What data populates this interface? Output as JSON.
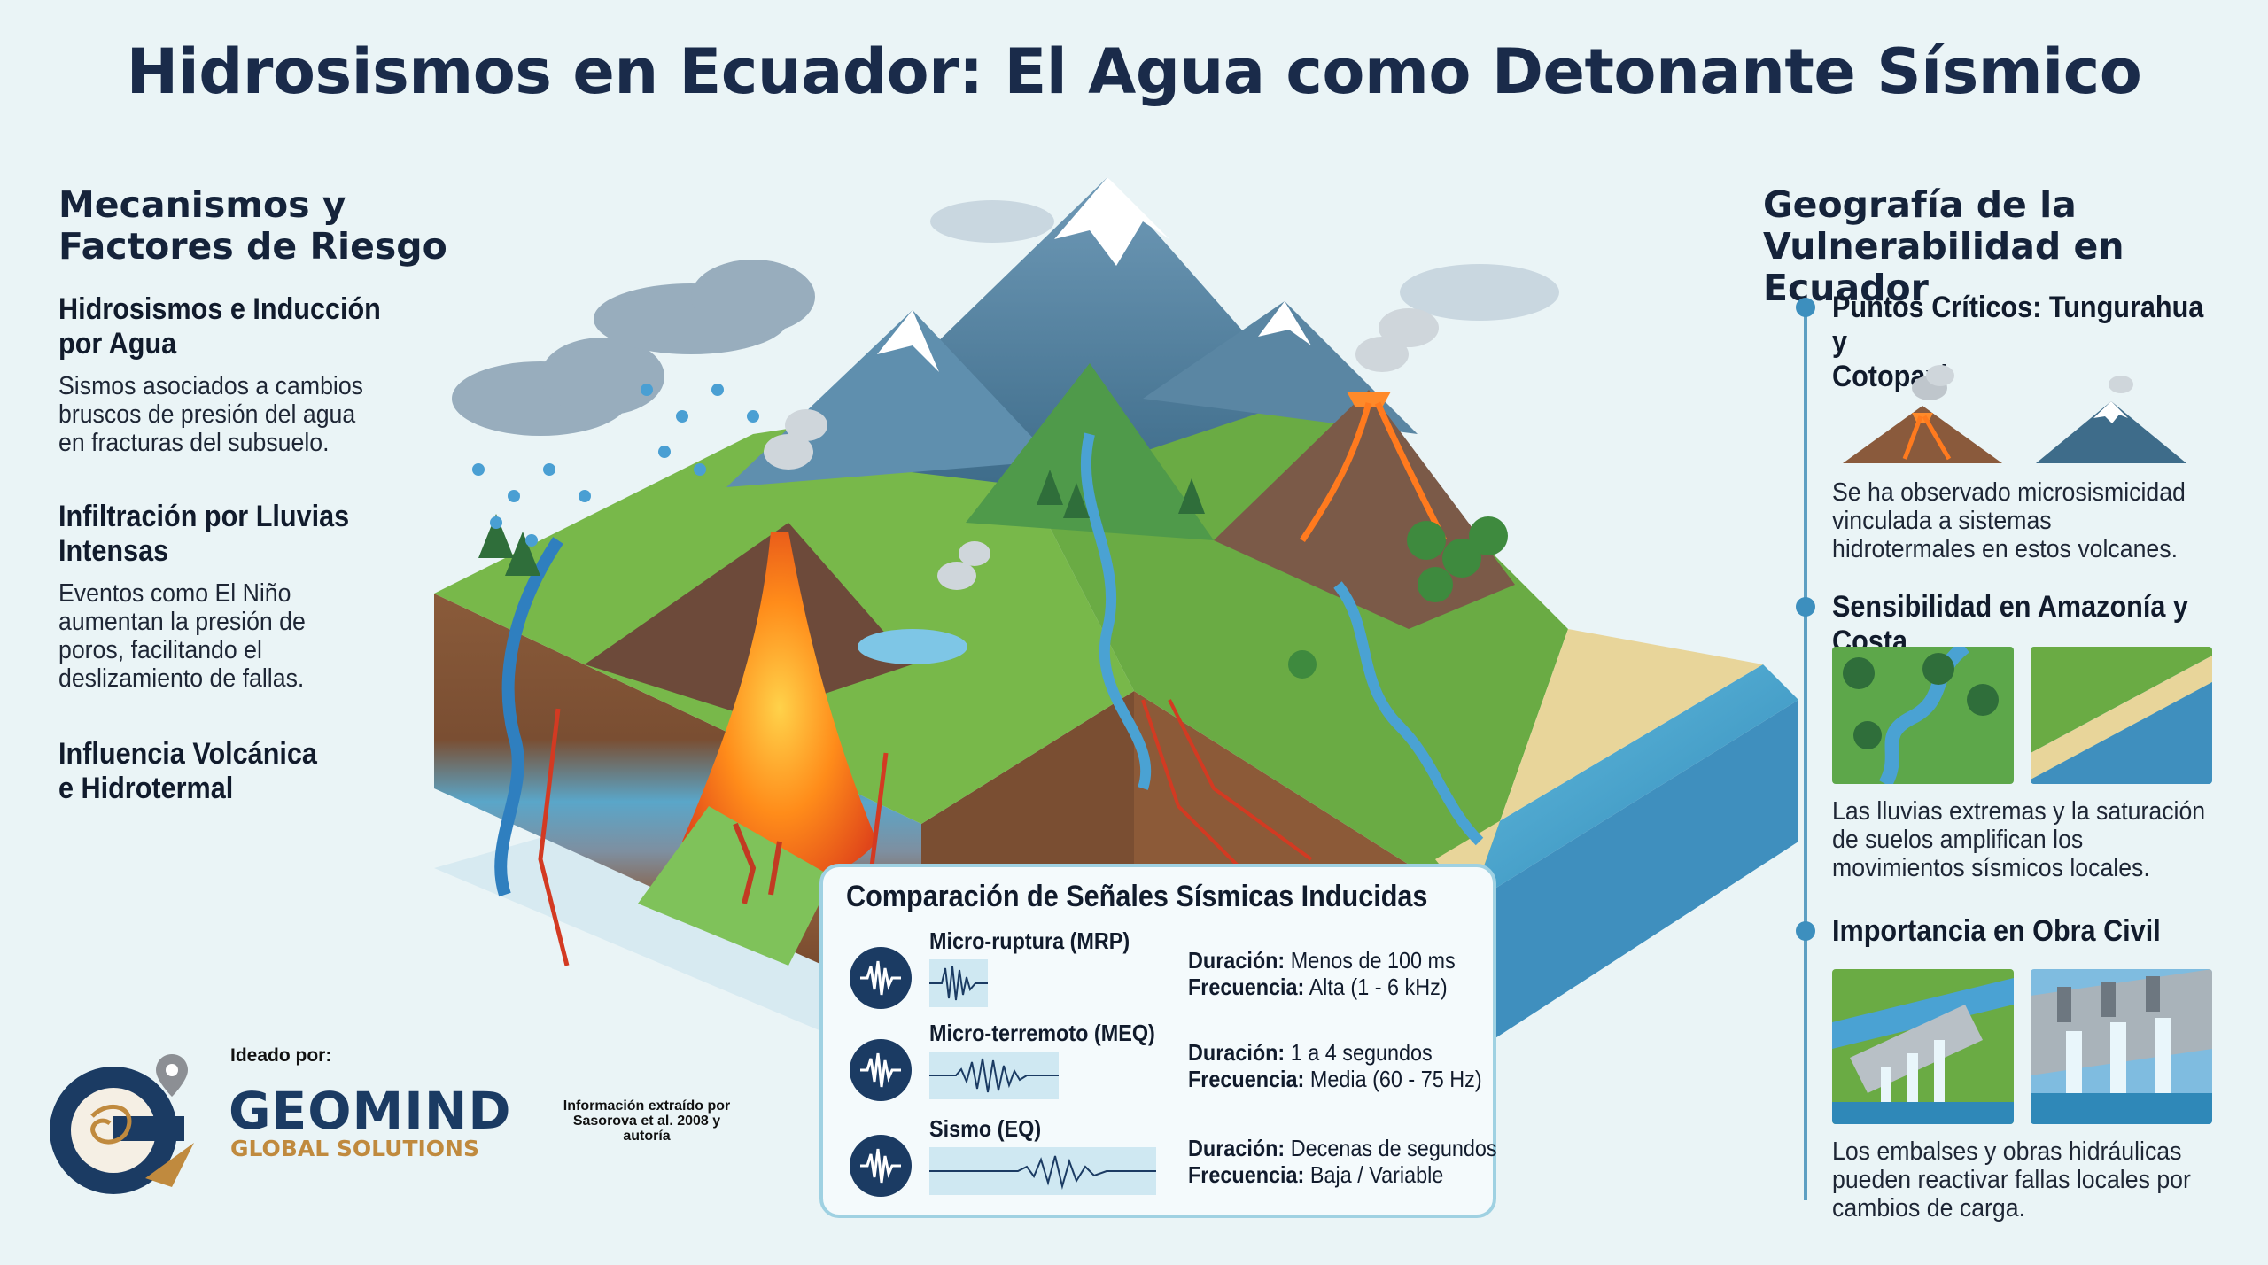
{
  "title": "Hidrosismos en Ecuador: El Agua como Detonante Sísmico",
  "left": {
    "heading_line1": "Mecanismos y",
    "heading_line2": "Factores de Riesgo",
    "items": [
      {
        "title_line1": "Hidrosismos e Inducción",
        "title_line2": "por Agua",
        "text_lines": [
          "Sismos asociados a cambios",
          "bruscos de presión del agua",
          "en fracturas del subsuelo."
        ]
      },
      {
        "title_line1": "Infiltración por Lluvias",
        "title_line2": "Intensas",
        "text_lines": [
          "Eventos como El Niño",
          "aumentan la presión de",
          "poros, facilitando el",
          "deslizamiento de fallas."
        ]
      },
      {
        "title_line1": "Influencia Volcánica",
        "title_line2": "e Hidrotermal",
        "text_lines": []
      }
    ]
  },
  "right": {
    "heading_line1": "Geografía de la",
    "heading_line2": "Vulnerabilidad en Ecuador",
    "items": [
      {
        "title_line1": "Puntos Críticos: Tungurahua y",
        "title_line2": "Cotopaxi",
        "text_lines": [
          "Se ha observado microsismicidad",
          "vinculada a sistemas",
          "hidrotermales en estos volcanes."
        ]
      },
      {
        "title_line1": "Sensibilidad en Amazonía y Costa",
        "text_lines": [
          "Las lluvias extremas y la saturación",
          "de suelos amplifican los",
          "movimientos sísmicos locales."
        ]
      },
      {
        "title_line1": "Importancia en Obra Civil",
        "text_lines": [
          "Los embalses y obras hidráulicas",
          "pueden reactivar fallas locales por",
          "cambios de carga."
        ]
      }
    ]
  },
  "signals": {
    "title": "Comparación de Señales Sísmicas Inducidas",
    "duration_label": "Duración:",
    "frequency_label": "Frecuencia:",
    "rows": [
      {
        "name": "Micro-ruptura (MRP)",
        "duration": "Menos de 100 ms",
        "frequency": "Alta (1 - 6 kHz)"
      },
      {
        "name": "Micro-terremoto (MEQ)",
        "duration": "1 a 4 segundos",
        "frequency": "Media (60 - 75 Hz)"
      },
      {
        "name": "Sismo (EQ)",
        "duration": "Decenas de segundos",
        "frequency": "Baja / Variable"
      }
    ]
  },
  "credits": {
    "ideado_por": "Ideado por:",
    "brand_name": "GEOMIND",
    "brand_sub": "GLOBAL SOLUTIONS",
    "source_line1": "Información extraído por",
    "source_line2": "Sasorova et al. 2008 y",
    "source_line3": "autoría"
  },
  "colors": {
    "title": "#1a2b4a",
    "accent": "#3d8fbe",
    "brand_navy": "#1b3b63",
    "brand_gold": "#c08a3e",
    "panel_border": "#9fd1e2"
  },
  "icons": [
    "seismogram-icon",
    "timeline-dot-icon",
    "location-pin-icon"
  ]
}
